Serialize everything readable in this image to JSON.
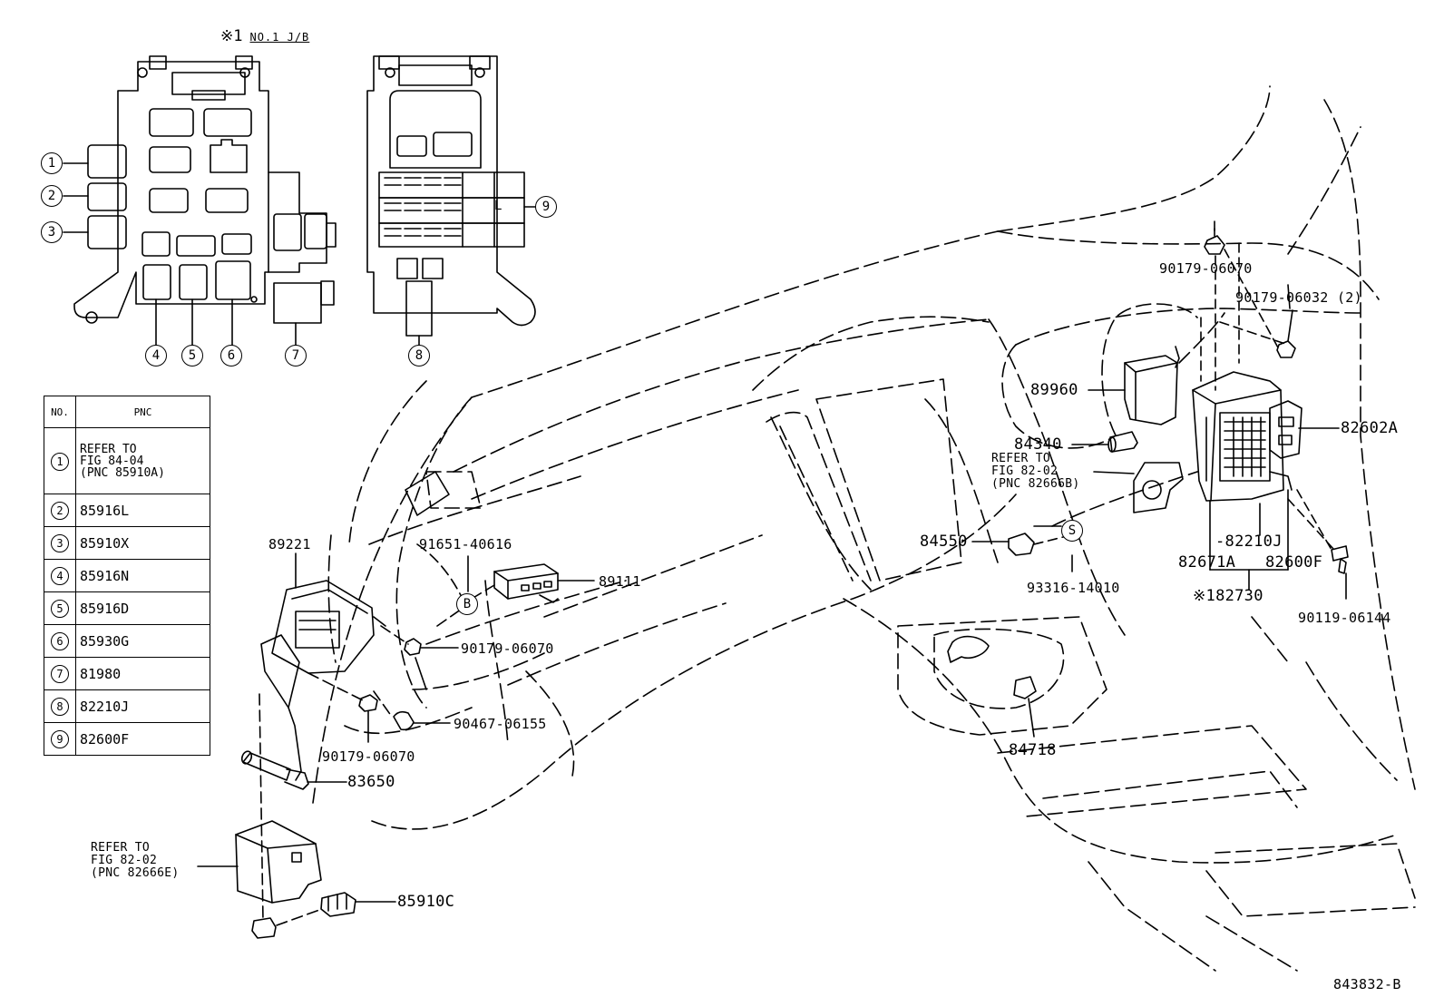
{
  "header": {
    "title_mark": "※1",
    "title_text": "NO.1 J/B"
  },
  "callouts": [
    "1",
    "2",
    "3",
    "4",
    "5",
    "6",
    "7",
    "8",
    "9"
  ],
  "fuse_box_mark": "L",
  "table": {
    "headers": [
      "NO.",
      "PNC"
    ],
    "rows": [
      {
        "no": "1",
        "pnc": "REFER TO\nFIG 84-04\n(PNC 85910A)"
      },
      {
        "no": "2",
        "pnc": "85916L"
      },
      {
        "no": "3",
        "pnc": "85910X"
      },
      {
        "no": "4",
        "pnc": "85916N"
      },
      {
        "no": "5",
        "pnc": "85916D"
      },
      {
        "no": "6",
        "pnc": "85930G"
      },
      {
        "no": "7",
        "pnc": "81980"
      },
      {
        "no": "8",
        "pnc": "82210J"
      },
      {
        "no": "9",
        "pnc": "82600F"
      }
    ]
  },
  "parts": {
    "p89221": "89221",
    "p91651": "91651-40616",
    "p89111": "89111",
    "p90179a": "90179-06070",
    "p90467": "90467-06155",
    "p90179b": "90179-06070",
    "p83650": "83650",
    "ref_left": "REFER TO\nFIG 82-02\n(PNC 82666E)",
    "p85910c": "85910C",
    "p90179c": "90179-06070",
    "p90179d": "90179-06032 (2)",
    "p89960": "89960",
    "p84340": "84340",
    "ref_right": "REFER TO\nFIG 82-02\n(PNC 82666B)",
    "p82602a": "82602A",
    "p84550": "84550",
    "p93316": "93316-14010",
    "p82210j": "-82210J",
    "p82671a": "82671A",
    "p82600f": "82600F",
    "p182730": "※182730",
    "p90119": "90119-06144",
    "p84718": "84718",
    "fig_no": "843832-B"
  },
  "markers": {
    "b": "B",
    "s": "S"
  }
}
